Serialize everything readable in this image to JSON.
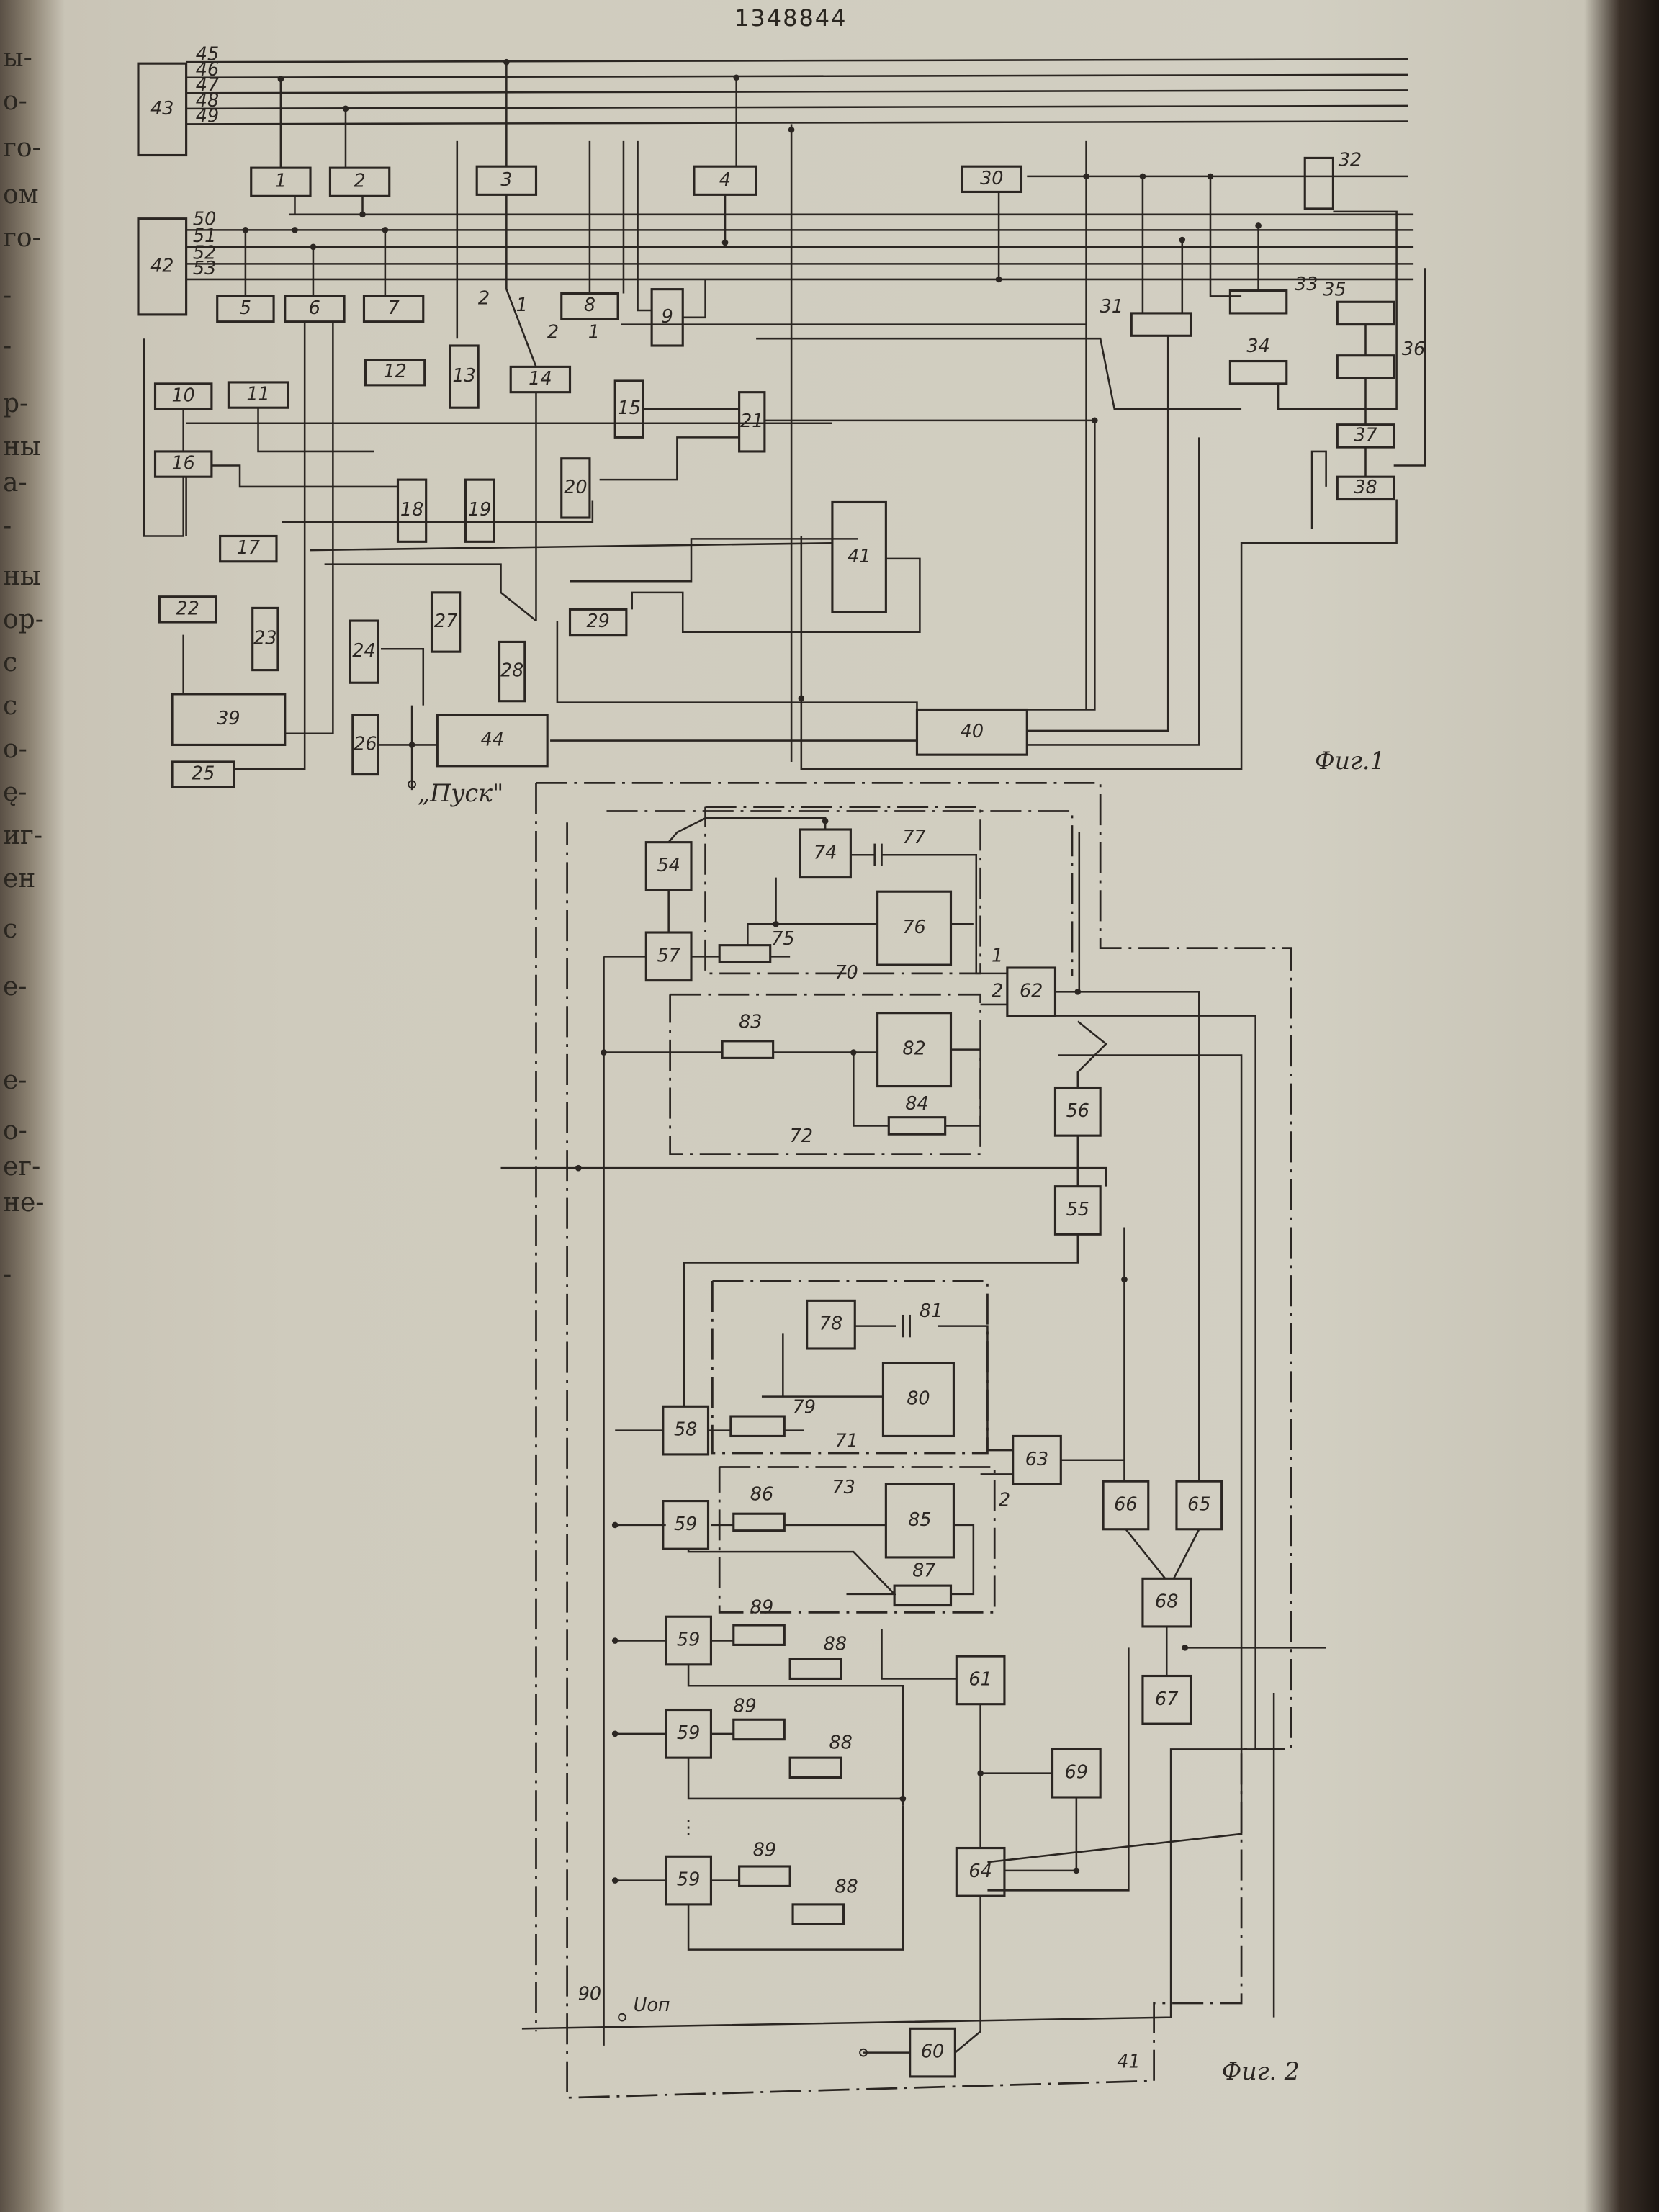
{
  "page_number": "1348844",
  "margin_fragments": [
    "ы-",
    "о-",
    "го-",
    "ом",
    "го-",
    "-",
    "-",
    "р-",
    "ны",
    "а-",
    "-",
    "ны",
    "ор-",
    "с",
    "с",
    "о-",
    "ę-",
    "иг-",
    "ен",
    "с",
    "е-",
    "е-",
    "о-",
    "ег-",
    "не-",
    "-"
  ],
  "fig1": {
    "caption": "Фиг.1",
    "start_label": "„Пуск\"",
    "bus_labels_a": [
      "45",
      "46",
      "47",
      "48",
      "49"
    ],
    "bus_labels_b": [
      "50",
      "51",
      "52",
      "53"
    ],
    "switch_labels": [
      "2",
      "1",
      "2",
      "1"
    ],
    "blocks": [
      "43",
      "42",
      "1",
      "2",
      "3",
      "4",
      "30",
      "32",
      "5",
      "6",
      "7",
      "8",
      "9",
      "10",
      "11",
      "12",
      "13",
      "14",
      "15",
      "21",
      "16",
      "17",
      "18",
      "19",
      "20",
      "22",
      "23",
      "24",
      "27",
      "28",
      "29",
      "41",
      "39",
      "44",
      "26",
      "25",
      "40",
      "31",
      "33",
      "34",
      "35",
      "36",
      "37",
      "38"
    ]
  },
  "fig2": {
    "caption": "Фиг. 2",
    "blocks": [
      "54",
      "57",
      "74",
      "76",
      "62",
      "82",
      "56",
      "55",
      "78",
      "80",
      "58",
      "63",
      "59",
      "85",
      "66",
      "65",
      "68",
      "67",
      "59",
      "59",
      "59",
      "61",
      "69",
      "64",
      "60"
    ],
    "resistors": [
      "75",
      "83",
      "84",
      "79",
      "86",
      "87",
      "89",
      "88",
      "89",
      "88",
      "89",
      "88"
    ],
    "capacitors": [
      "77",
      "81"
    ],
    "labels": {
      "l70": "70",
      "l72": "72",
      "l71": "71",
      "l73": "73",
      "in1": "1",
      "in2": "2",
      "in2b": "2",
      "n90": "90",
      "uop": "Uоп",
      "n41": "41",
      "dots": "⋮"
    }
  }
}
